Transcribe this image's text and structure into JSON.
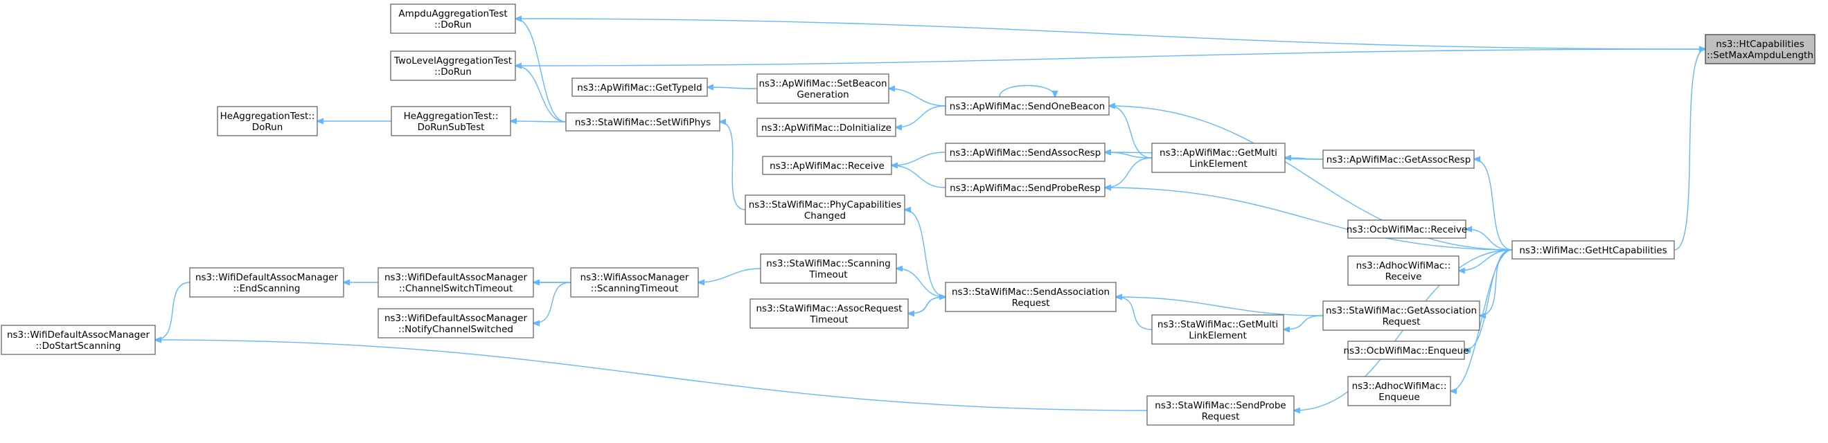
{
  "colors": {
    "edge": "#63b8ff",
    "node_border": "#666666",
    "root_fill": "#bfbfbf",
    "background": "#ffffff"
  },
  "nodes": [
    {
      "id": "root",
      "lines": [
        "ns3::HtCapabilities",
        "::SetMaxAmpduLength"
      ]
    },
    {
      "id": "ampdu",
      "lines": [
        "AmpduAggregationTest",
        "::DoRun"
      ]
    },
    {
      "id": "twolevel",
      "lines": [
        "TwoLevelAggregationTest",
        "::DoRun"
      ]
    },
    {
      "id": "gettypeid",
      "lines": [
        "ns3::ApWifiMac::GetTypeId"
      ]
    },
    {
      "id": "setbeacon",
      "lines": [
        "ns3::ApWifiMac::SetBeacon",
        "Generation"
      ]
    },
    {
      "id": "sendbeacon",
      "lines": [
        "ns3::ApWifiMac::SendOneBeacon"
      ]
    },
    {
      "id": "heagg",
      "lines": [
        "HeAggregationTest::",
        "DoRun"
      ]
    },
    {
      "id": "heaggsub",
      "lines": [
        "HeAggregationTest::",
        "DoRunSubTest"
      ]
    },
    {
      "id": "setwifiphys",
      "lines": [
        "ns3::StaWifiMac::SetWifiPhys"
      ]
    },
    {
      "id": "doinit",
      "lines": [
        "ns3::ApWifiMac::DoInitialize"
      ]
    },
    {
      "id": "sendassocresp",
      "lines": [
        "ns3::ApWifiMac::SendAssocResp"
      ]
    },
    {
      "id": "apgetmulti",
      "lines": [
        "ns3::ApWifiMac::GetMulti",
        "LinkElement"
      ]
    },
    {
      "id": "getassocresp",
      "lines": [
        "ns3::ApWifiMac::GetAssocResp"
      ]
    },
    {
      "id": "apreceive",
      "lines": [
        "ns3::ApWifiMac::Receive"
      ]
    },
    {
      "id": "sendproberesp",
      "lines": [
        "ns3::ApWifiMac::SendProbeResp"
      ]
    },
    {
      "id": "phycap",
      "lines": [
        "ns3::StaWifiMac::PhyCapabilities",
        "Changed"
      ]
    },
    {
      "id": "ocbreceive",
      "lines": [
        "ns3::OcbWifiMac::Receive"
      ]
    },
    {
      "id": "gethtcap",
      "lines": [
        "ns3::WifiMac::GetHtCapabilities"
      ]
    },
    {
      "id": "adhocreceive",
      "lines": [
        "ns3::AdhocWifiMac::",
        "Receive"
      ]
    },
    {
      "id": "endscanning",
      "lines": [
        "ns3::WifiDefaultAssocManager",
        "::EndScanning"
      ]
    },
    {
      "id": "chanswitch",
      "lines": [
        "ns3::WifiDefaultAssocManager",
        "::ChannelSwitchTimeout"
      ]
    },
    {
      "id": "scantimeout",
      "lines": [
        "ns3::WifiAssocManager",
        "::ScanningTimeout"
      ]
    },
    {
      "id": "stascanning",
      "lines": [
        "ns3::StaWifiMac::Scanning",
        "Timeout"
      ]
    },
    {
      "id": "sendassocreq",
      "lines": [
        "ns3::StaWifiMac::SendAssociation",
        "Request"
      ]
    },
    {
      "id": "getassocreq",
      "lines": [
        "ns3::StaWifiMac::GetAssociation",
        "Request"
      ]
    },
    {
      "id": "assocreqtimeout",
      "lines": [
        "ns3::StaWifiMac::AssocRequest",
        "Timeout"
      ]
    },
    {
      "id": "notifychan",
      "lines": [
        "ns3::WifiDefaultAssocManager",
        "::NotifyChannelSwitched"
      ]
    },
    {
      "id": "stagetmulti",
      "lines": [
        "ns3::StaWifiMac::GetMulti",
        "LinkElement"
      ]
    },
    {
      "id": "ocbenqueue",
      "lines": [
        "ns3::OcbWifiMac::Enqueue"
      ]
    },
    {
      "id": "dostartscan",
      "lines": [
        "ns3::WifiDefaultAssocManager",
        "::DoStartScanning"
      ]
    },
    {
      "id": "adhocenqueue",
      "lines": [
        "ns3::AdhocWifiMac::",
        "Enqueue"
      ]
    },
    {
      "id": "sendprobereq",
      "lines": [
        "ns3::StaWifiMac::SendProbe",
        "Request"
      ]
    }
  ],
  "edges": [
    {
      "from": "ampdu",
      "to": "root"
    },
    {
      "from": "twolevel",
      "to": "root"
    },
    {
      "from": "gethtcap",
      "to": "root"
    },
    {
      "from": "setwifiphys",
      "to": "ampdu"
    },
    {
      "from": "setwifiphys",
      "to": "twolevel"
    },
    {
      "from": "setwifiphys",
      "to": "heaggsub"
    },
    {
      "from": "heaggsub",
      "to": "heagg"
    },
    {
      "from": "setbeacon",
      "to": "gettypeid"
    },
    {
      "from": "sendbeacon",
      "to": "setbeacon"
    },
    {
      "from": "sendbeacon",
      "to": "doinit"
    },
    {
      "from": "sendbeacon",
      "to": "sendbeacon"
    },
    {
      "from": "apgetmulti",
      "to": "sendbeacon"
    },
    {
      "from": "apgetmulti",
      "to": "sendassocresp"
    },
    {
      "from": "apgetmulti",
      "to": "sendproberesp"
    },
    {
      "from": "getassocresp",
      "to": "apgetmulti"
    },
    {
      "from": "getassocresp",
      "to": "sendassocresp"
    },
    {
      "from": "sendassocresp",
      "to": "apreceive"
    },
    {
      "from": "sendproberesp",
      "to": "apreceive"
    },
    {
      "from": "phycap",
      "to": "setwifiphys"
    },
    {
      "from": "sendassocreq",
      "to": "phycap"
    },
    {
      "from": "sendassocreq",
      "to": "stascanning"
    },
    {
      "from": "sendassocreq",
      "to": "assocreqtimeout"
    },
    {
      "from": "assocreqtimeout",
      "to": "sendassocreq"
    },
    {
      "from": "stascanning",
      "to": "scantimeout"
    },
    {
      "from": "scantimeout",
      "to": "endscanning"
    },
    {
      "from": "scantimeout",
      "to": "chanswitch"
    },
    {
      "from": "scantimeout",
      "to": "notifychan"
    },
    {
      "from": "endscanning",
      "to": "dostartscan"
    },
    {
      "from": "stagetmulti",
      "to": "sendassocreq"
    },
    {
      "from": "getassocreq",
      "to": "sendassocreq"
    },
    {
      "from": "getassocreq",
      "to": "stagetmulti"
    },
    {
      "from": "gethtcap",
      "to": "getassocresp"
    },
    {
      "from": "gethtcap",
      "to": "sendbeacon"
    },
    {
      "from": "gethtcap",
      "to": "sendproberesp"
    },
    {
      "from": "gethtcap",
      "to": "ocbreceive"
    },
    {
      "from": "gethtcap",
      "to": "adhocreceive"
    },
    {
      "from": "gethtcap",
      "to": "getassocreq"
    },
    {
      "from": "gethtcap",
      "to": "ocbenqueue"
    },
    {
      "from": "gethtcap",
      "to": "adhocenqueue"
    },
    {
      "from": "gethtcap",
      "to": "sendprobereq"
    },
    {
      "from": "sendprobereq",
      "to": "dostartscan"
    }
  ]
}
